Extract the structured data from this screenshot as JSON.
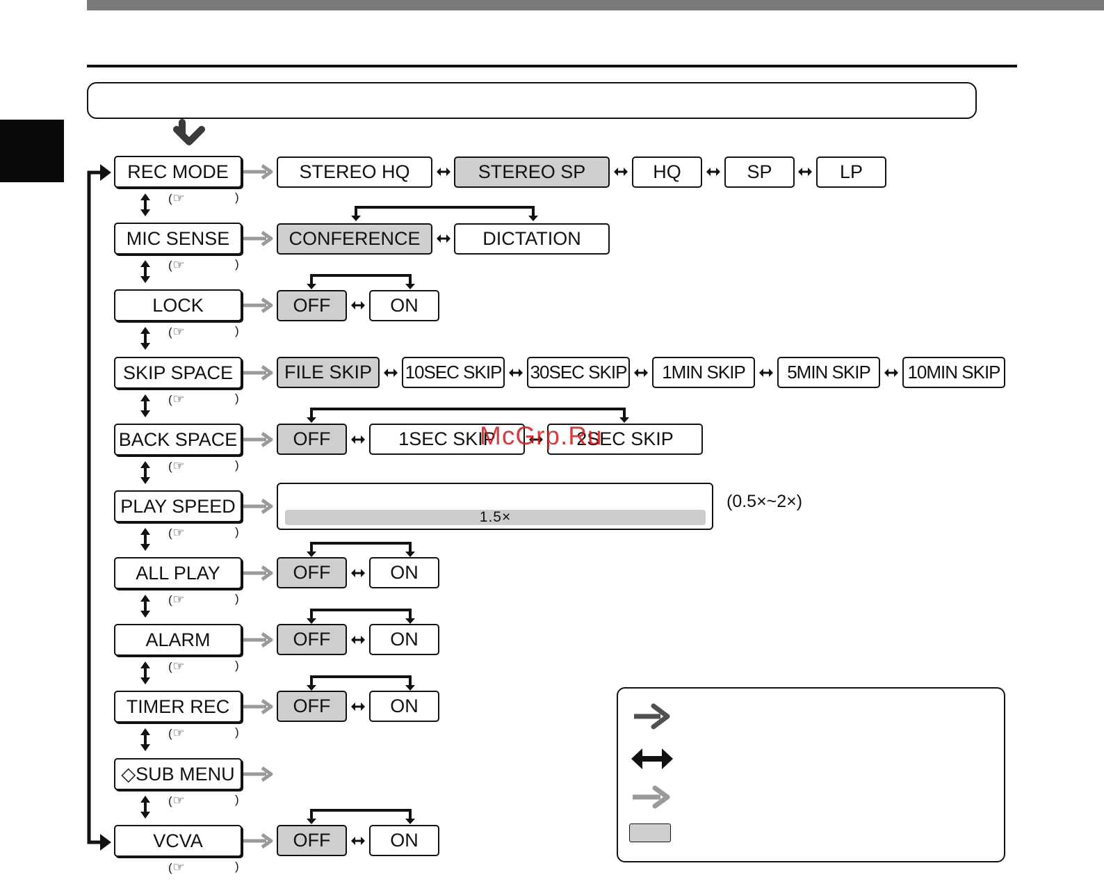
{
  "rows": [
    {
      "label": "REC MODE",
      "options": [
        "STEREO HQ",
        "STEREO SP",
        "HQ",
        "SP",
        "LP"
      ],
      "selected": "STEREO SP"
    },
    {
      "label": "MIC SENSE",
      "options": [
        "CONFERENCE",
        "DICTATION"
      ],
      "selected": "CONFERENCE"
    },
    {
      "label": "LOCK",
      "options": [
        "OFF",
        "ON"
      ],
      "selected": "OFF"
    },
    {
      "label": "SKIP SPACE",
      "options": [
        "FILE SKIP",
        "10SEC SKIP",
        "30SEC SKIP",
        "1MIN SKIP",
        "5MIN SKIP",
        "10MIN SKIP"
      ],
      "selected": "FILE SKIP"
    },
    {
      "label": "BACK SPACE",
      "options": [
        "OFF",
        "1SEC SKIP",
        "2SEC SKIP"
      ],
      "selected": "OFF"
    },
    {
      "label": "PLAY SPEED",
      "value": "1.5×",
      "range": "(0.5×~2×)"
    },
    {
      "label": "ALL PLAY",
      "options": [
        "OFF",
        "ON"
      ],
      "selected": "OFF"
    },
    {
      "label": "ALARM",
      "options": [
        "OFF",
        "ON"
      ],
      "selected": "OFF"
    },
    {
      "label": "TIMER REC",
      "options": [
        "OFF",
        "ON"
      ],
      "selected": "OFF"
    },
    {
      "label": "◇SUB MENU",
      "options": []
    },
    {
      "label": "VCVA",
      "options": [
        "OFF",
        "ON"
      ],
      "selected": "OFF"
    }
  ],
  "ref_open": "(",
  "ref_close": ")",
  "watermark": "McGrp.Ru",
  "colors": {
    "selected_fill": "#cfcfcf",
    "flow_arrow": "#9a9a9a",
    "primary_arrow": "#505050",
    "topbar": "#7a7a7a"
  },
  "icons": {
    "reference": "pointing-hand-icon",
    "entry": "down-arrow-icon",
    "legend": [
      "dark-right-arrow-icon",
      "double-arrow-icon",
      "gray-right-arrow-icon",
      "gray-swatch-icon"
    ]
  }
}
